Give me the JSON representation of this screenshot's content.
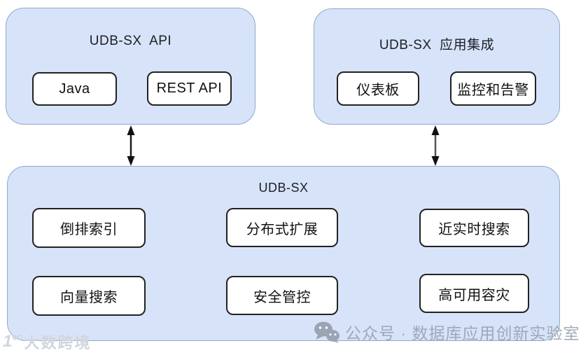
{
  "colors": {
    "container_fill": "#d7e3f8",
    "container_border": "#8ea9cb",
    "card_fill": "#ffffff",
    "card_border": "#222222",
    "text": "#1a1a1a",
    "arrow": "#1a1a1a",
    "watermark_gray": "#949ead",
    "watermark_light": "#cdd3dc"
  },
  "top_left_group": {
    "title": "UDB-SX  API",
    "cards": [
      "Java",
      "REST API"
    ]
  },
  "top_right_group": {
    "title": "UDB-SX  应用集成",
    "cards": [
      "仪表板",
      "监控和告警"
    ]
  },
  "bottom_group": {
    "title": "UDB-SX",
    "cards_row1": [
      "倒排索引",
      "分布式扩展",
      "近实时搜索"
    ],
    "cards_row2": [
      "向量搜索",
      "安全管控",
      "高可用容灾"
    ]
  },
  "connectors": {
    "left_arrow": "double-headed-vertical",
    "right_arrow": "double-headed-vertical"
  },
  "watermarks": {
    "wechat_label": "公众号 · 数据库应用创新实验室",
    "corner_logo": "1°°",
    "corner_label": "大数跨境"
  }
}
